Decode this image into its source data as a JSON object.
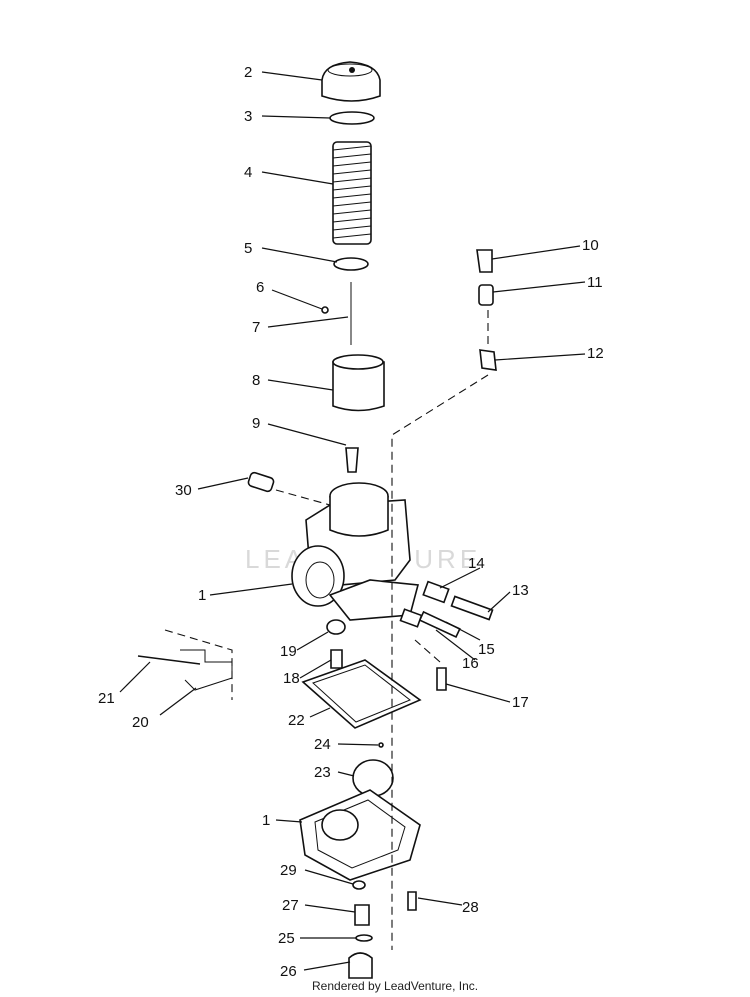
{
  "diagram": {
    "callouts": [
      "1",
      "2",
      "3",
      "4",
      "5",
      "6",
      "7",
      "8",
      "9",
      "10",
      "11",
      "12",
      "13",
      "14",
      "15",
      "16",
      "17",
      "18",
      "19",
      "20",
      "21",
      "22",
      "23",
      "24",
      "25",
      "26",
      "27",
      "28",
      "29",
      "30"
    ],
    "callout_1_lower": "1",
    "watermark": "LEADVENTURE",
    "footer": "Rendered by LeadVenture, Inc."
  }
}
